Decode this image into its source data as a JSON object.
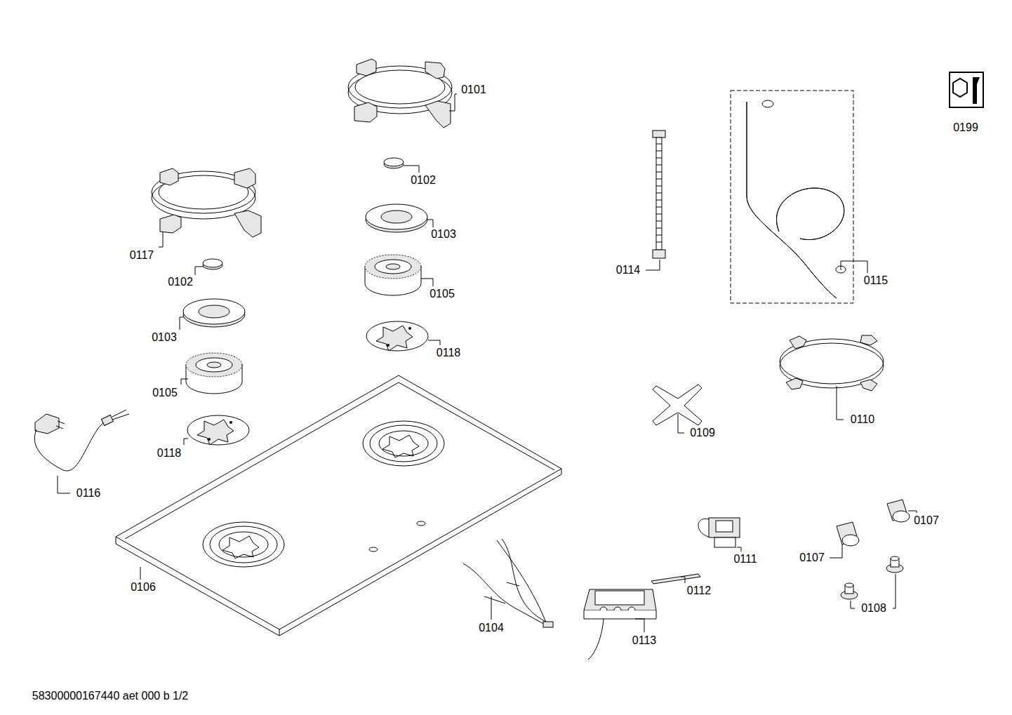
{
  "diagram": {
    "labels": [
      "0101",
      "0102",
      "0103",
      "0105",
      "0118",
      "0117",
      "0102",
      "0103",
      "0105",
      "0118",
      "0116",
      "0106",
      "0104",
      "0113",
      "0112",
      "0111",
      "0107",
      "0107",
      "0108",
      "0109",
      "0110",
      "0114",
      "0115",
      "0199",
      "58300000167440 aet 000 b 1/2"
    ]
  }
}
